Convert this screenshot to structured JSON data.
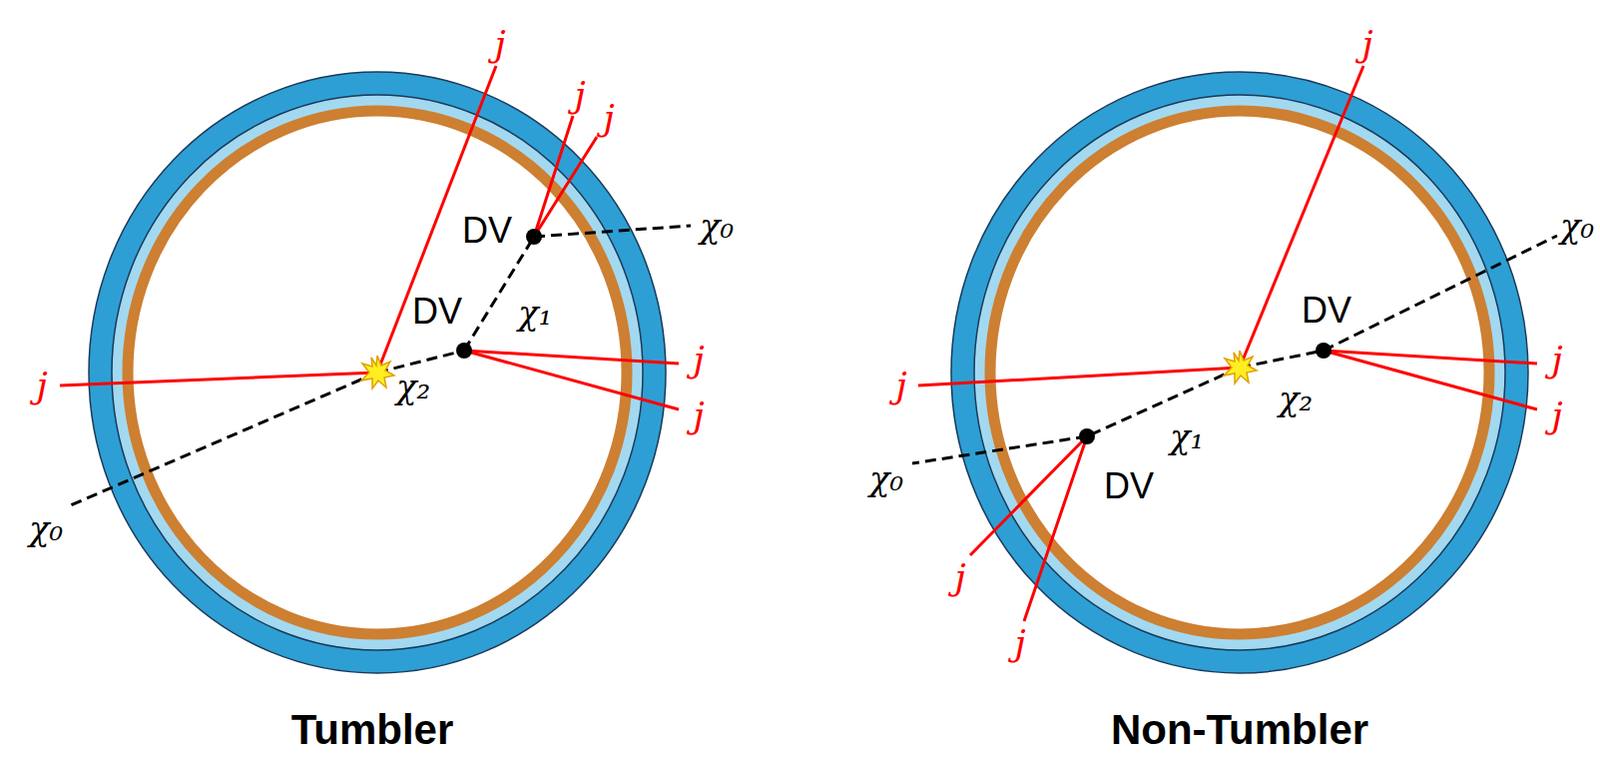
{
  "diagram": {
    "labels": [
      "j",
      "j",
      "j",
      "DV",
      "χ₀",
      "DV",
      "χ₁",
      "j",
      "j",
      "χ₂",
      "j",
      "χ₀",
      "Tumbler",
      "j",
      "χ₀",
      "DV",
      "j",
      "j",
      "χ₂",
      "χ₁",
      "j",
      "χ₀",
      "DV",
      "j",
      "j",
      "Non-Tumbler"
    ]
  }
}
